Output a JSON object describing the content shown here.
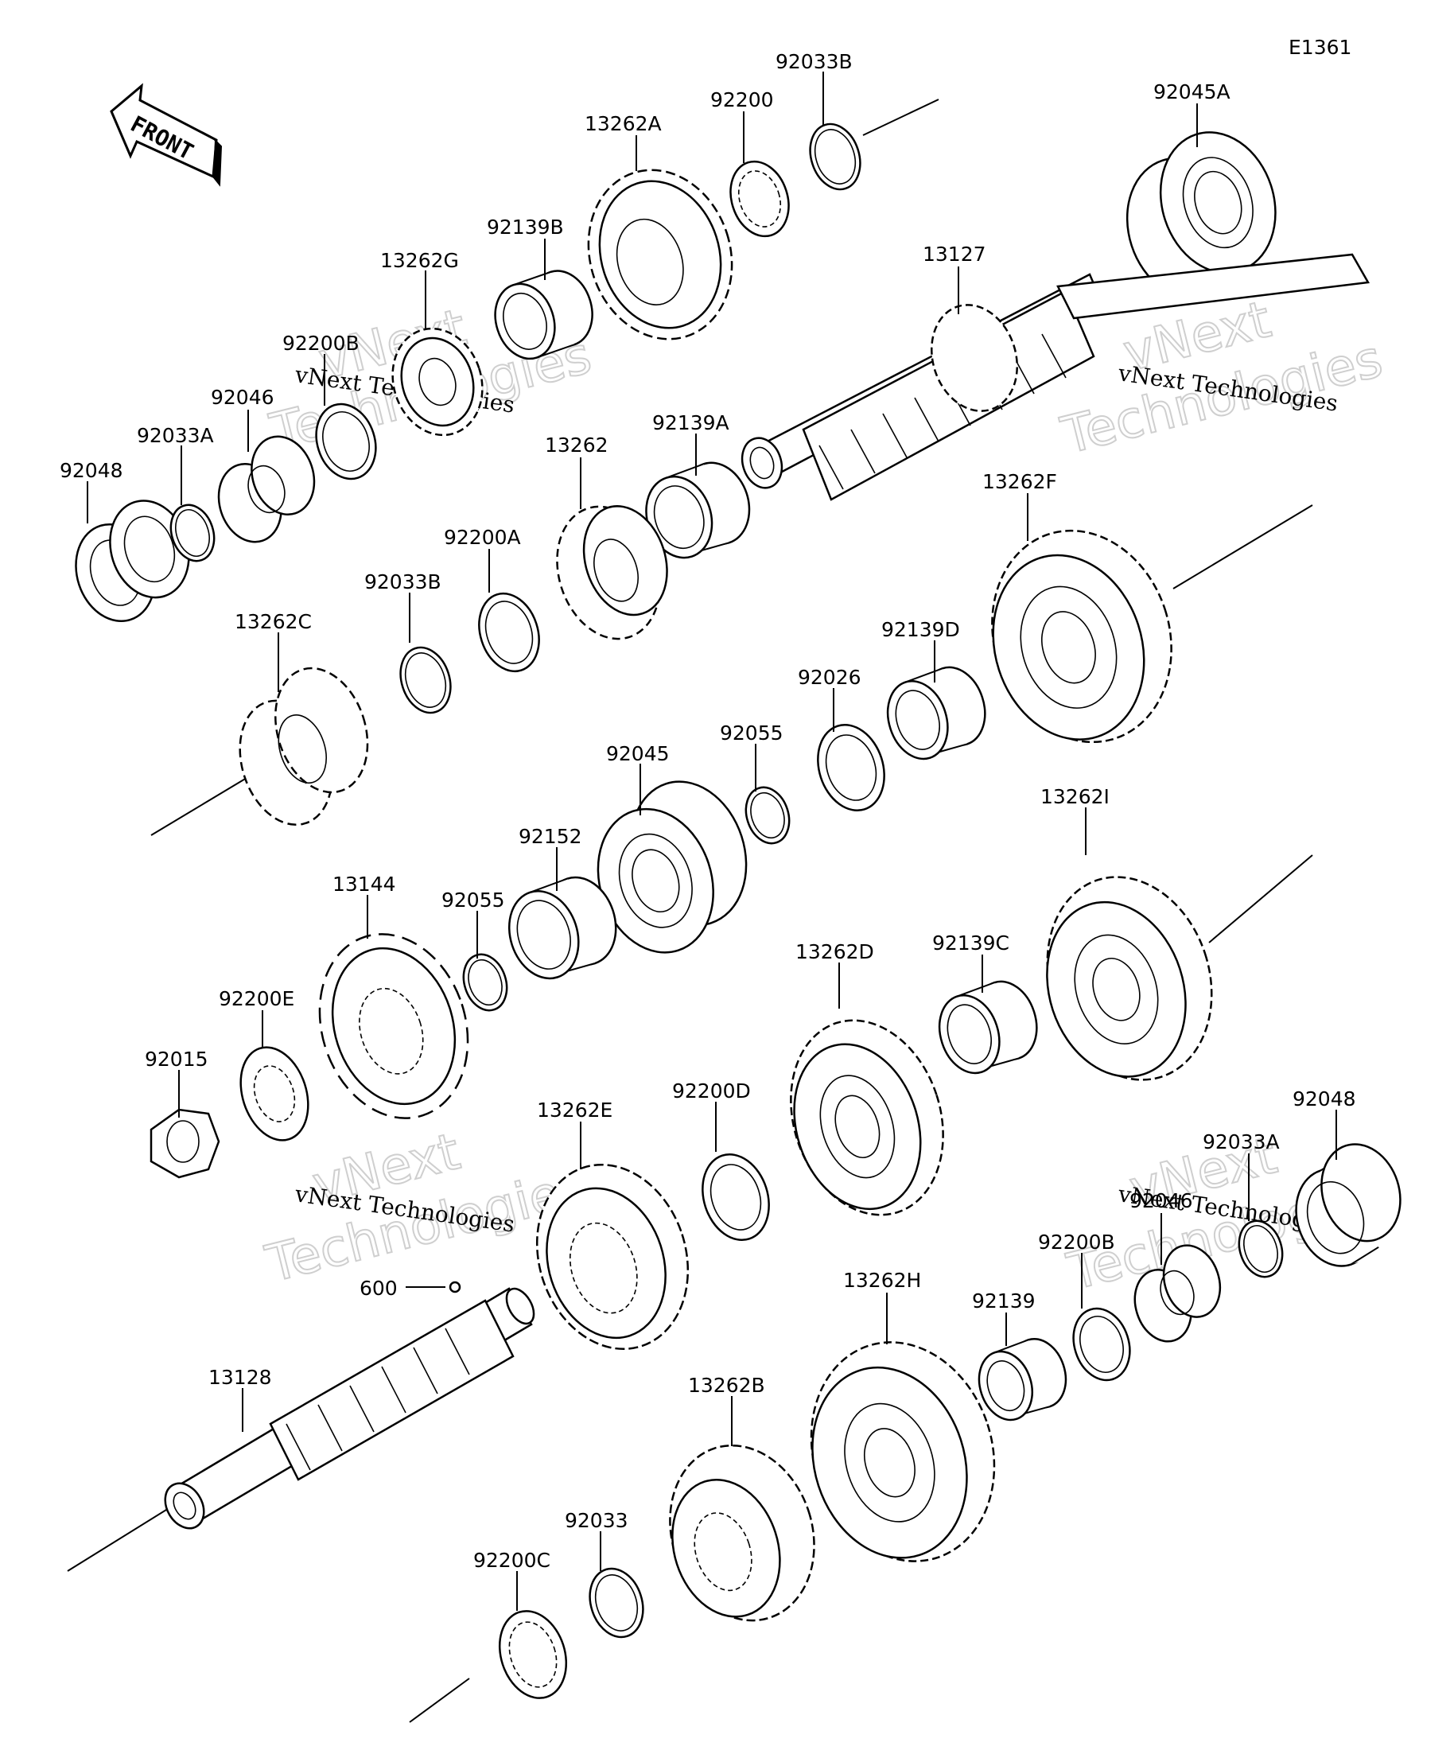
{
  "diagram": {
    "code": "E1361",
    "front_label": "FRONT",
    "watermark": {
      "line1": "vNext",
      "line2": "Technologies",
      "small": "vNext Technologies"
    },
    "parts": [
      {
        "id": "p1",
        "label": "92033B"
      },
      {
        "id": "p2",
        "label": "92200"
      },
      {
        "id": "p3",
        "label": "13262A"
      },
      {
        "id": "p4",
        "label": "92045A"
      },
      {
        "id": "p5",
        "label": "92139B"
      },
      {
        "id": "p6",
        "label": "13127"
      },
      {
        "id": "p7",
        "label": "13262G"
      },
      {
        "id": "p8",
        "label": "92200B"
      },
      {
        "id": "p9",
        "label": "92046"
      },
      {
        "id": "p10",
        "label": "92033A"
      },
      {
        "id": "p11",
        "label": "92048"
      },
      {
        "id": "p12",
        "label": "13262"
      },
      {
        "id": "p13",
        "label": "92139A"
      },
      {
        "id": "p14",
        "label": "92200A"
      },
      {
        "id": "p15",
        "label": "13262F"
      },
      {
        "id": "p16",
        "label": "92033B"
      },
      {
        "id": "p17",
        "label": "13262C"
      },
      {
        "id": "p18",
        "label": "92139D"
      },
      {
        "id": "p19",
        "label": "92026"
      },
      {
        "id": "p20",
        "label": "92055"
      },
      {
        "id": "p21",
        "label": "92045"
      },
      {
        "id": "p22",
        "label": "13262I"
      },
      {
        "id": "p23",
        "label": "92152"
      },
      {
        "id": "p24",
        "label": "13144"
      },
      {
        "id": "p25",
        "label": "92055"
      },
      {
        "id": "p26",
        "label": "13262D"
      },
      {
        "id": "p27",
        "label": "92139C"
      },
      {
        "id": "p28",
        "label": "92200E"
      },
      {
        "id": "p29",
        "label": "92015"
      },
      {
        "id": "p30",
        "label": "92200D"
      },
      {
        "id": "p31",
        "label": "13262E"
      },
      {
        "id": "p32",
        "label": "92048"
      },
      {
        "id": "p33",
        "label": "92033A"
      },
      {
        "id": "p34",
        "label": "92046"
      },
      {
        "id": "p35",
        "label": "92200B"
      },
      {
        "id": "p36",
        "label": "600"
      },
      {
        "id": "p37",
        "label": "13262H"
      },
      {
        "id": "p38",
        "label": "92139"
      },
      {
        "id": "p39",
        "label": "13128"
      },
      {
        "id": "p40",
        "label": "13262B"
      },
      {
        "id": "p41",
        "label": "92033"
      },
      {
        "id": "p42",
        "label": "92200C"
      }
    ]
  }
}
